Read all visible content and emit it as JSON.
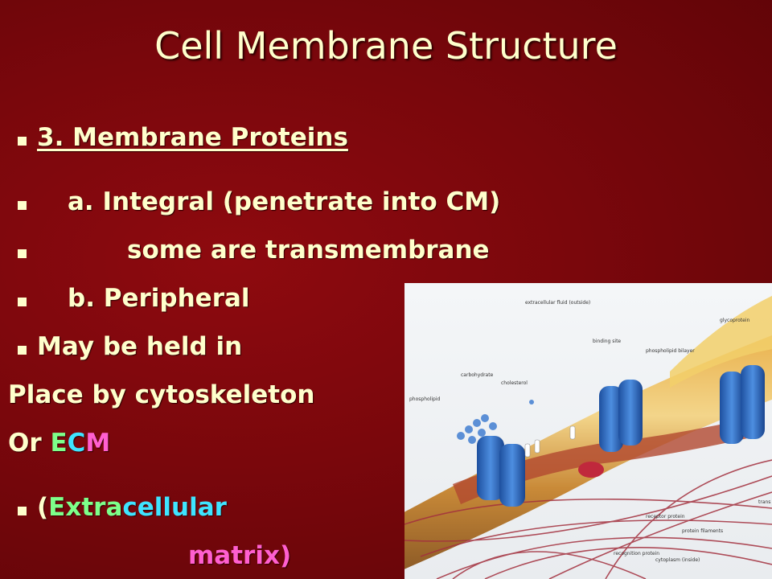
{
  "slide": {
    "title": "Cell Membrane Structure",
    "heading": "3. Membrane Proteins",
    "line_a": "a. Integral  (penetrate into CM)",
    "line_sub": "some are transmembrane",
    "line_b": "b. Peripheral",
    "line_held": "May be held in",
    "line_place": "Place by cytoskeleton",
    "line_or": "Or",
    "ecm_e": "E",
    "ecm_c": "C",
    "ecm_m": "M",
    "extra_paren": "(",
    "extra_extra": "Extra",
    "extra_cellular": "cellular",
    "matrix": "matrix)"
  },
  "diagram": {
    "labels": {
      "extracellular_fluid": "extracellular fluid (outside)",
      "glycoprotein": "glycoprotein",
      "binding_site": "binding site",
      "phospholipid_bilayer": "phospholipid bilayer",
      "carbohydrate": "carbohydrate",
      "cholesterol": "cholesterol",
      "phospholipid": "phospholipid",
      "receptor_protein": "receptor protein",
      "protein_filaments": "protein filaments",
      "recognition_protein": "recognition protein",
      "cytoplasm": "cytoplasm (inside)",
      "transport": "trans"
    }
  },
  "colors": {
    "background": "#7a070c",
    "text": "#ffffcc",
    "green": "#7dff8a",
    "cyan": "#3fe4ff",
    "pink": "#ff5fd0"
  }
}
